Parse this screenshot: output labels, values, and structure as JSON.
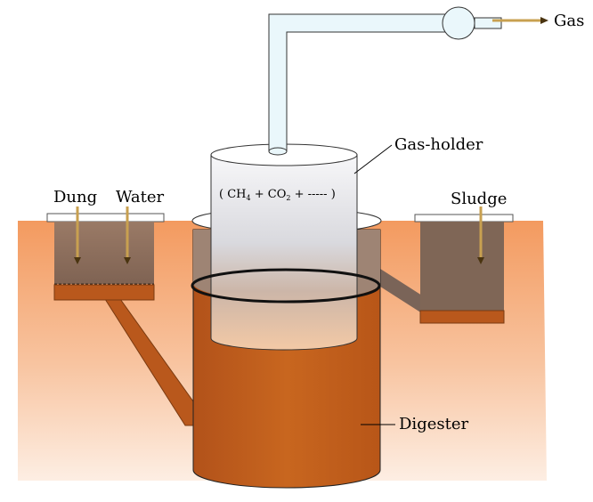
{
  "labels": {
    "gas": "Gas",
    "gas_holder": "Gas-holder",
    "dung": "Dung",
    "water": "Water",
    "sludge": "Sludge",
    "digester": "Digester",
    "gas_open": "( CH",
    "gas_sub4": "4",
    "gas_plus_co": " + CO",
    "gas_sub2": "2",
    "gas_close": " + ----- )"
  },
  "colors": {
    "soil": "#f4a26e",
    "digester": "#c4601e",
    "tank_dark": "#8a6a58",
    "outlet_dark": "#7a6458",
    "holder": "#f2f4f6",
    "pipe": "#e8f6fa"
  }
}
